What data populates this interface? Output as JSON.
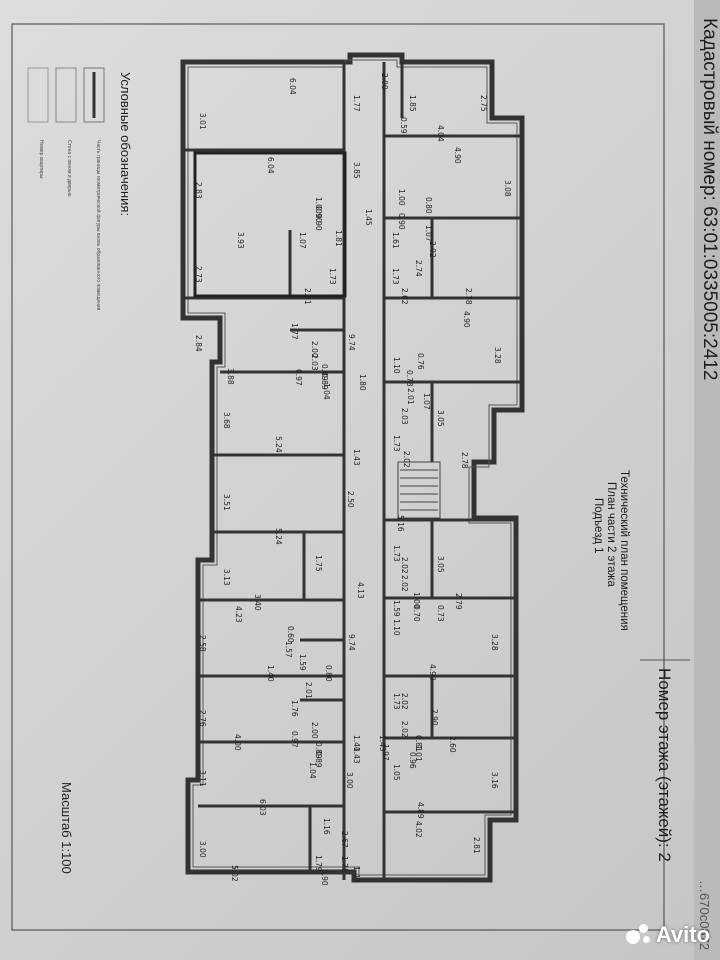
{
  "header": {
    "cadastral": "Кадастровый номер: 63:01:0335005:2412",
    "top_fragment": "…670с0872",
    "floor": "Номер этажа (этажей): 2"
  },
  "plan_title": {
    "line1": "Технический план помещения",
    "line2": "План части 2 этажа",
    "line3": "Подъезд 1"
  },
  "legend": {
    "title": "Условные обозначения:",
    "items": [
      {
        "icon": "thick-line-icon",
        "label": "Часть границы геометрической фигуры вновь образованного помещения"
      },
      {
        "icon": "wall-window-icon",
        "label": "Стена с окном и дверью"
      },
      {
        "icon": "room-number-icon",
        "label": "Номер квартиры"
      }
    ]
  },
  "scale": "Масштаб 1:100",
  "watermark": "Avito",
  "dimensions": [
    "6.04",
    "3.01",
    "2.00",
    "1.77",
    "1.85",
    "2.75",
    "0.59",
    "4.04",
    "6.04",
    "3.85",
    "4.90",
    "3.08",
    "2.83",
    "1.00",
    "0.90",
    "0.90",
    "1.45",
    "1.00",
    "0.80",
    "0.90",
    "1.07",
    "3.93",
    "1.07",
    "1.81",
    "1.61",
    "2.02",
    "2.73",
    "1.73",
    "1.73",
    "2.74",
    "2.01",
    "2.02",
    "2.78",
    "2.84",
    "1.77",
    "9.74",
    "4.90",
    "2.00",
    "3.28",
    "2.03",
    "1.10",
    "0.76",
    "0.78",
    "3.88",
    "0.97",
    "0.89",
    "0.89",
    "1.80",
    "2.01",
    "1.07",
    "1.04",
    "2.03",
    "3.68",
    "3.05",
    "5.24",
    "1.43",
    "1.73",
    "2.02",
    "2.78",
    "3.51",
    "2.50",
    "5.16",
    "5.24",
    "1.73",
    "3.05",
    "1.75",
    "2.02",
    "3.13",
    "4.13",
    "2.02",
    "3.40",
    "1.59",
    "1.00",
    "2.79",
    "4.23",
    "0.70",
    "0.73",
    "0.60",
    "9.74",
    "1.10",
    "3.28",
    "2.58",
    "1.57",
    "1.59",
    "1.40",
    "0.80",
    "4.90",
    "2.01",
    "1.73",
    "2.02",
    "2.90",
    "2.76",
    "1.76",
    "2.00",
    "2.02",
    "0.97",
    "0.81",
    "2.60",
    "4.00",
    "1.40",
    "0.89",
    "0.89",
    "1.43",
    "1.97",
    "1.01",
    "1.04",
    "1.43",
    "0.96",
    "3.11",
    "1.05",
    "3.16",
    "6.03",
    "3.00",
    "4.89",
    "1.16",
    "2.67",
    "4.02",
    "3.00",
    "2.81",
    "5.02",
    "1.79",
    "0.90",
    "1.75",
    "1.43"
  ]
}
